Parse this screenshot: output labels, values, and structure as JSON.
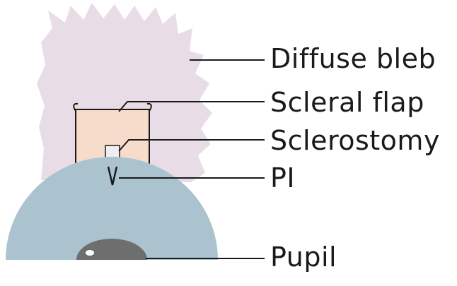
{
  "labels": {
    "diffuse_bleb": "Diffuse bleb",
    "scleral_flap": "Scleral flap",
    "sclerostomy": "Sclerostomy",
    "pi": "PI",
    "pupil": "Pupil"
  },
  "colors": {
    "bleb": "#e8dde6",
    "scleral_flap": "#f8dccb",
    "cornea": "#abc3cf",
    "pupil": "#6e6e6e",
    "lines": "#1a1a1a"
  }
}
